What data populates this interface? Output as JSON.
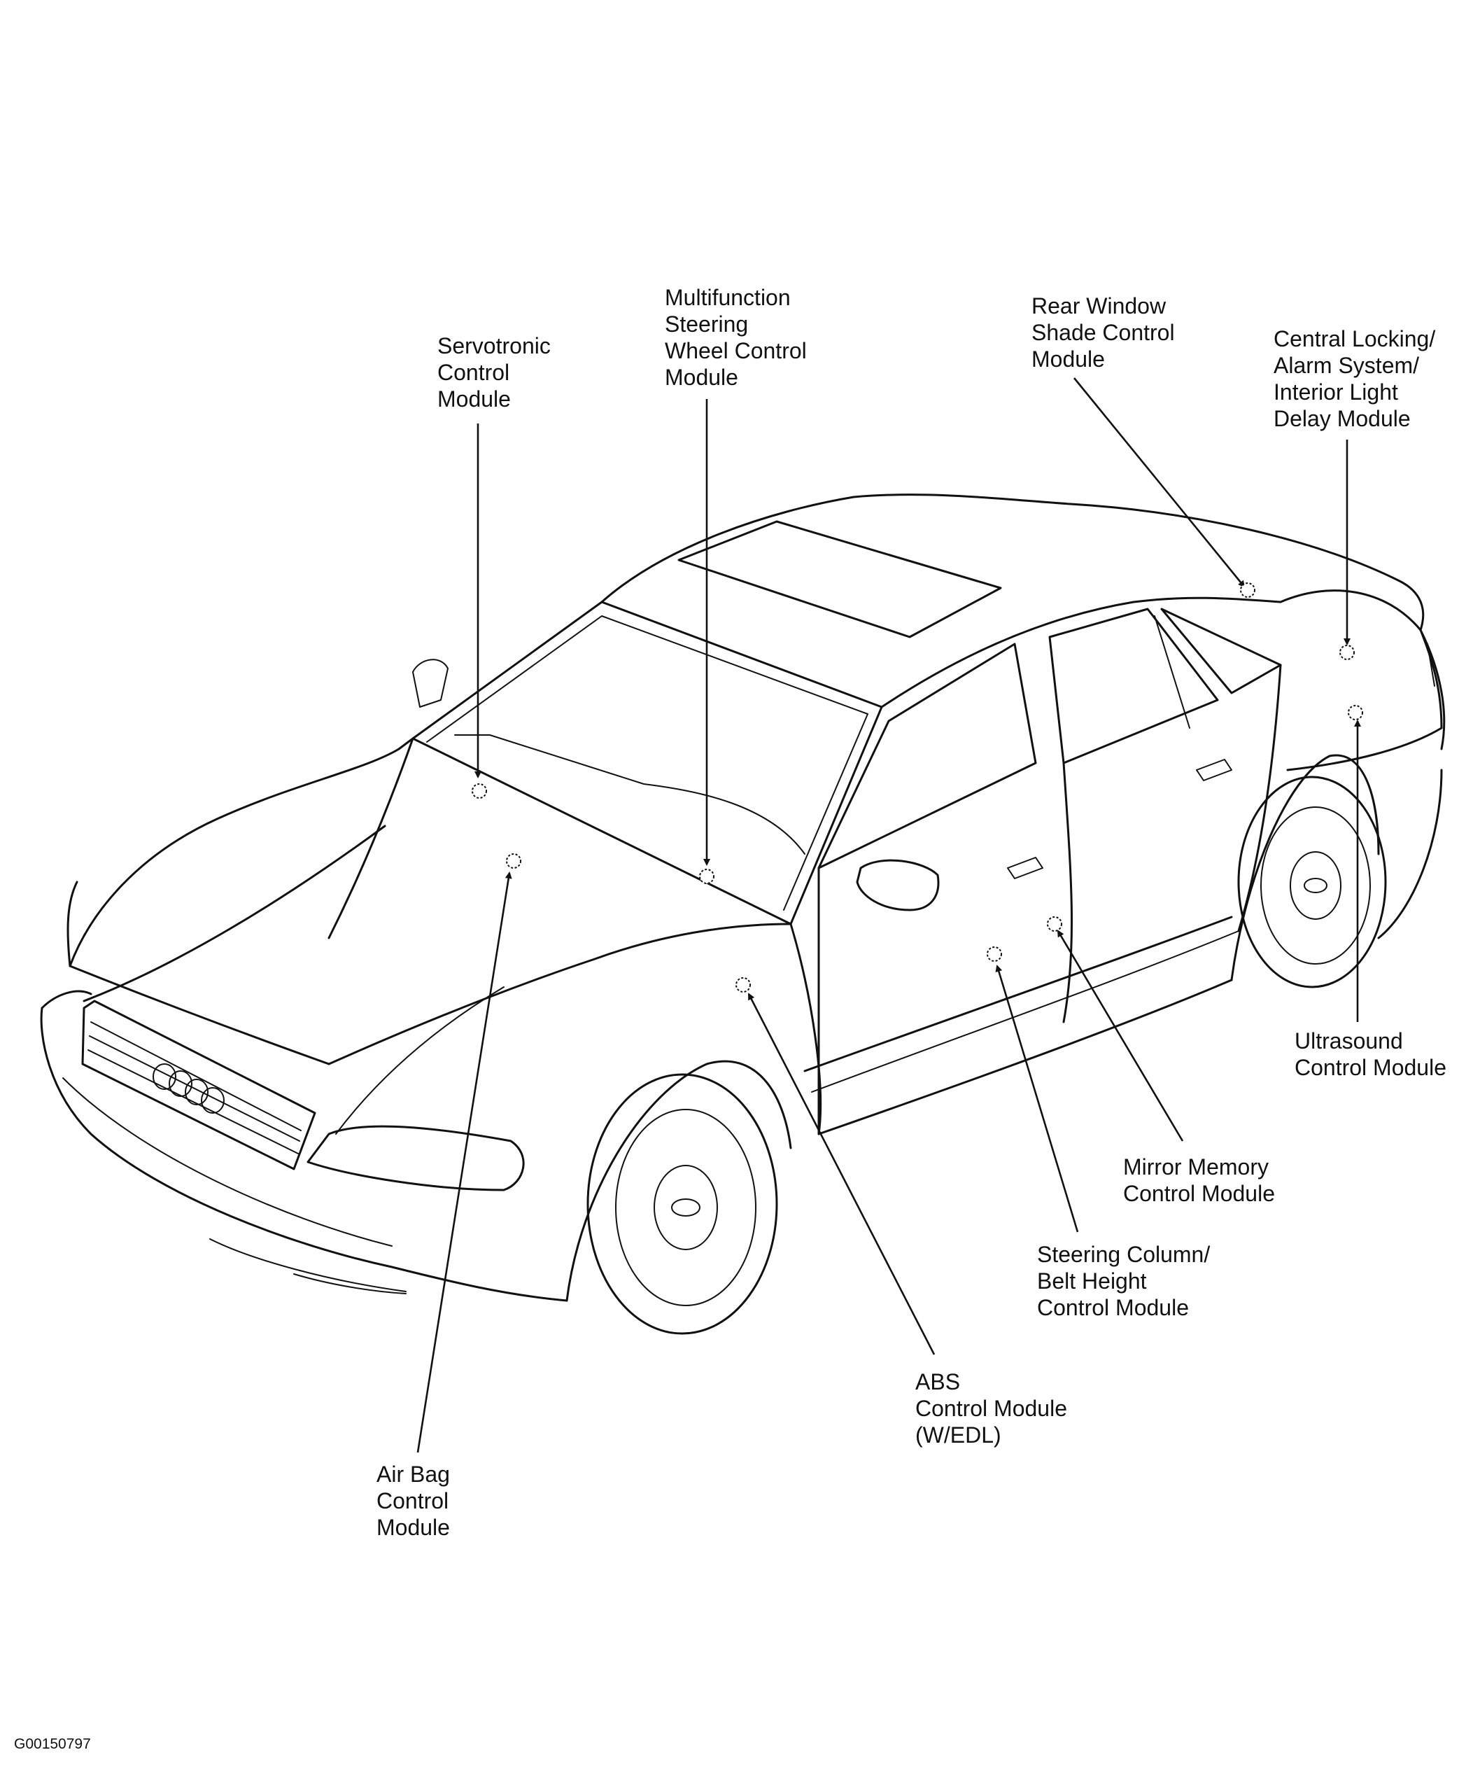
{
  "labels": {
    "servotronic": "Servotronic\nControl\nModule",
    "multifunction": "Multifunction\nSteering\nWheel Control\nModule",
    "rear_window": "Rear Window\nShade Control\nModule",
    "central_locking": "Central Locking/\nAlarm System/\nInterior Light\nDelay Module",
    "ultrasound": "Ultrasound\nControl Module",
    "mirror_memory": "Mirror Memory\nControl Module",
    "steering_column": "Steering Column/\nBelt Height\nControl Module",
    "abs": "ABS\nControl Module\n(W/EDL)",
    "air_bag": "Air Bag\nControl\nModule"
  },
  "figure_code": "G00150797"
}
